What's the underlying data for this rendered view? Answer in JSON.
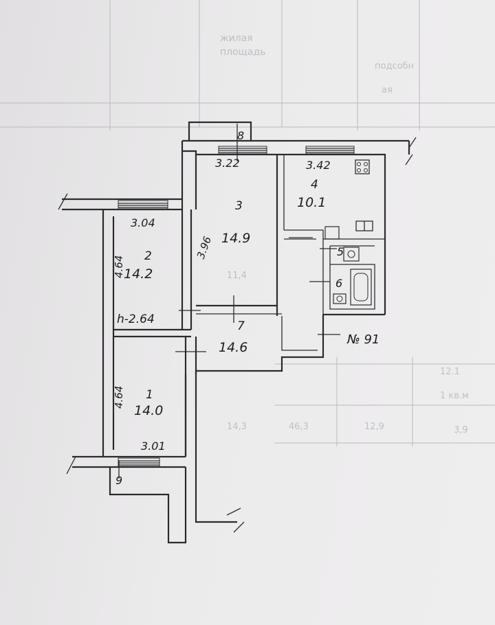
{
  "background_table_text": [
    "жилая",
    "площадь",
    "подсобн",
    "ая",
    "12.1",
    "1 кв.м",
    "3,9",
    "14,3",
    "46,3",
    "12,9",
    "11,4"
  ],
  "rooms": [
    {
      "number": "1",
      "area": "14.0",
      "width": "3.01",
      "length": "4.64"
    },
    {
      "number": "2",
      "area": "14.2",
      "width": "3.04",
      "length": "4.64"
    },
    {
      "number": "3",
      "area": "14.9",
      "width": "3.22",
      "length": "3.96"
    },
    {
      "number": "4",
      "area": "10.1",
      "width": "3.42"
    },
    {
      "number": "5"
    },
    {
      "number": "6"
    },
    {
      "number": "7",
      "area": "14.6"
    },
    {
      "number": "8"
    },
    {
      "number": "9"
    }
  ],
  "height_note": "h-2.64",
  "flat_number_note": "№ 91"
}
